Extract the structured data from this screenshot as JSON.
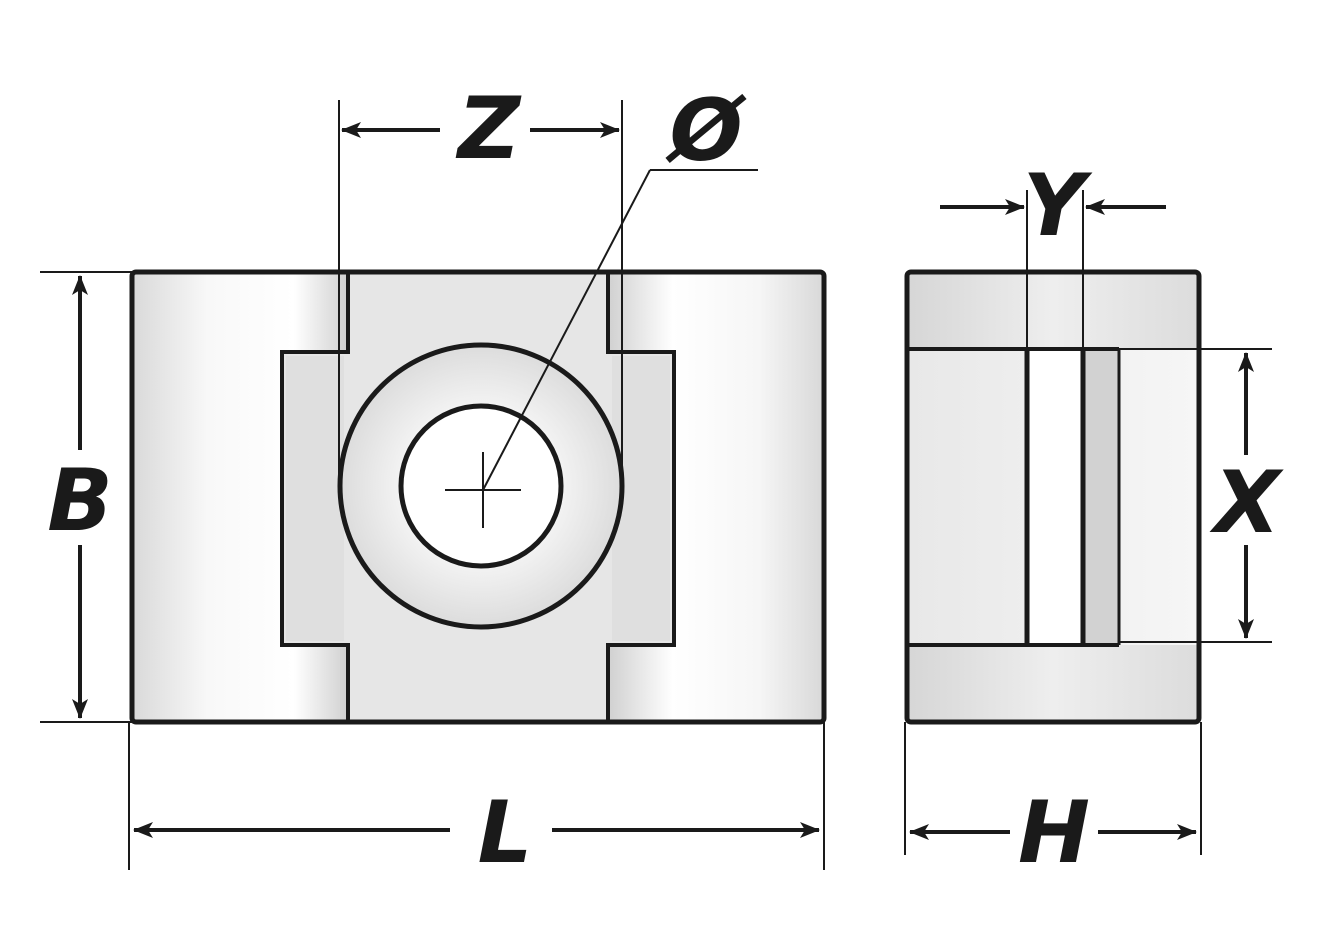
{
  "labels": {
    "z": "Z",
    "diameter": "Ø",
    "y": "Y",
    "b": "B",
    "x": "X",
    "l": "L",
    "h": "H"
  },
  "colors": {
    "stroke": "#1a1a1a",
    "body_light": "#f7f7f7",
    "body_mid": "#e4e4e4",
    "body_dark": "#c9c9c9",
    "hole": "#ffffff"
  }
}
